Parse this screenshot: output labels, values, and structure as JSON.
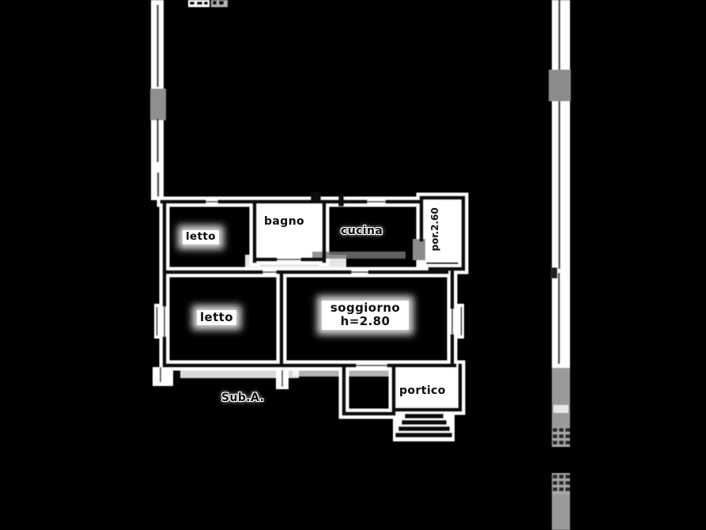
{
  "scene": {
    "type": "scanned-cadastral-floor-plan",
    "colors": {
      "background": "#000000",
      "paper": "#ffffff",
      "ink": "#0a0a0a",
      "gray": "#8f8f8f"
    }
  },
  "floor_plan": {
    "unit_label": "Sub.A.",
    "rooms": [
      {
        "id": "letto-1",
        "label": "letto"
      },
      {
        "id": "bagno",
        "label": "bagno"
      },
      {
        "id": "cucina",
        "label": "cucina"
      },
      {
        "id": "portico-side",
        "label": "por.2.60",
        "orientation": "vertical"
      },
      {
        "id": "letto-2",
        "label": "letto"
      },
      {
        "id": "soggiorno",
        "label": "soggiorno",
        "height_note": "h=2.80"
      },
      {
        "id": "portico",
        "label": "portico"
      }
    ]
  }
}
